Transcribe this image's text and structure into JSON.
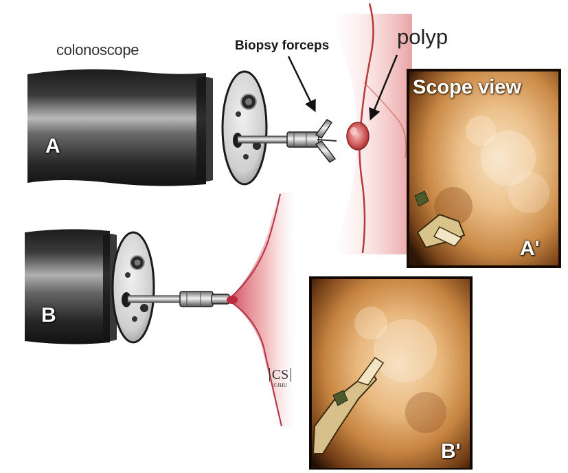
{
  "labels": {
    "colonoscope": "colonoscope",
    "biopsy_forceps": "Biopsy forceps",
    "polyp": "polyp",
    "scope_view": "Scope view",
    "panel_a": "A",
    "panel_b": "B",
    "panel_a_prime": "A'",
    "panel_b_prime": "B'"
  },
  "credit": {
    "letters": "CS",
    "org": "©JHU"
  },
  "colors": {
    "scope_body": "#2b2b2b",
    "scope_tip_face": "#d8d8d8",
    "tissue_pink": "#e58a8a",
    "polyp_red": "#c23a3a",
    "endoscopic_warm": "#e8b070"
  },
  "icons": {
    "pointer_arrow": "arrow",
    "instrument": "biopsy-forceps"
  }
}
